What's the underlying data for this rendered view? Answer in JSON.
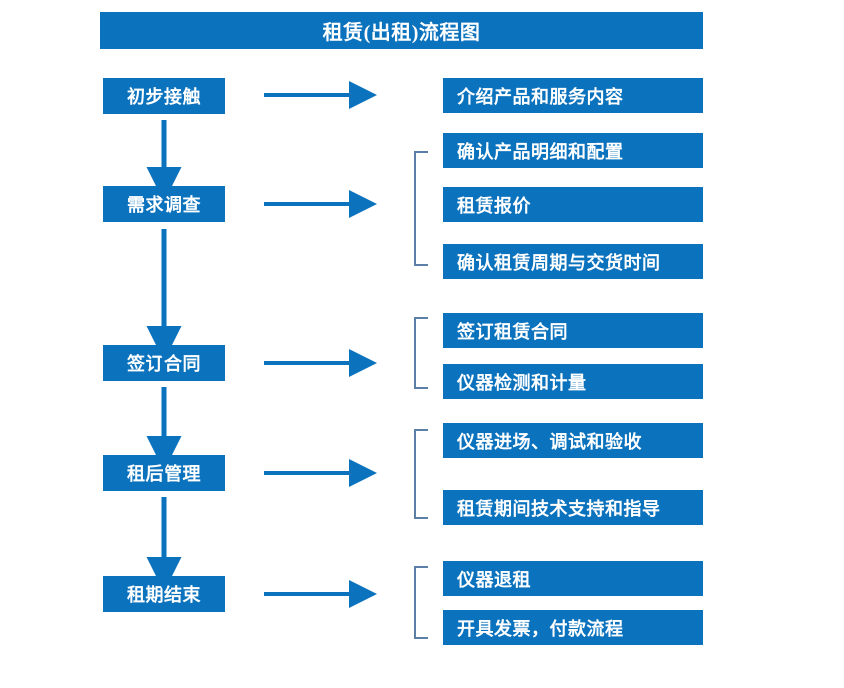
{
  "colors": {
    "box_fill": "#0B72BD",
    "box_text": "#FFFFFF",
    "arrow": "#0B72BD",
    "bracket": "#5B7FA6",
    "background": "#FFFFFF"
  },
  "title": {
    "text": "租赁(出租)流程图"
  },
  "stages": [
    {
      "label": "初步接触"
    },
    {
      "label": "需求调查"
    },
    {
      "label": "签订合同"
    },
    {
      "label": "租后管理"
    },
    {
      "label": "租期结束"
    }
  ],
  "details": [
    {
      "label": "介绍产品和服务内容"
    },
    {
      "label": "确认产品明细和配置"
    },
    {
      "label": "租赁报价"
    },
    {
      "label": "确认租赁周期与交货时间"
    },
    {
      "label": "签订租赁合同"
    },
    {
      "label": "仪器检测和计量"
    },
    {
      "label": "仪器进场、调试和验收"
    },
    {
      "label": "租赁期间技术支持和指导"
    },
    {
      "label": "仪器退租"
    },
    {
      "label": "开具发票，付款流程"
    }
  ],
  "connectors": {
    "horizontal_arrow_count": 5,
    "vertical_arrow_count": 4,
    "bracket_count": 4
  }
}
